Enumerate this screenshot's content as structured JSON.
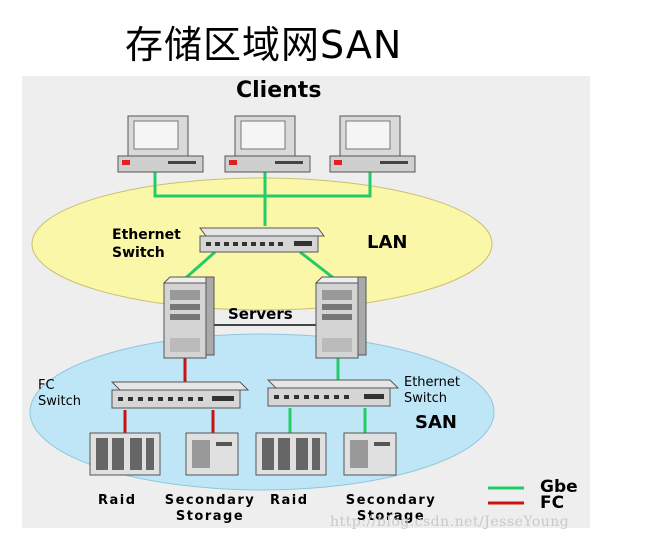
{
  "title": "存储区域网SAN",
  "labels": {
    "clients": "Clients",
    "ethernet_switch_line1": "Ethernet",
    "ethernet_switch_line2": "Switch",
    "lan": "LAN",
    "servers": "Servers",
    "fc_switch_line1": "FC",
    "fc_switch_line2": "Switch",
    "ethernet_switch2_line1": "Ethernet",
    "ethernet_switch2_line2": "Switch",
    "san": "SAN",
    "raid_1": "Raid",
    "secondary_storage_1_line1": "Secondary",
    "secondary_storage_1_line2": "Storage",
    "raid_2": "Raid",
    "secondary_storage_2_line1": "Secondary",
    "secondary_storage_2_line2": "Storage"
  },
  "legend": [
    {
      "label": "Gbe",
      "color": "#22cc66"
    },
    {
      "label": "FC",
      "color": "#cc1111"
    }
  ],
  "colors": {
    "lan_zone": "#fbf7a8",
    "san_zone": "#bfe6f7",
    "gbe_link": "#22cc66",
    "fc_link": "#cc1111"
  },
  "watermark": "http://blog.csdn.net/JesseYoung"
}
